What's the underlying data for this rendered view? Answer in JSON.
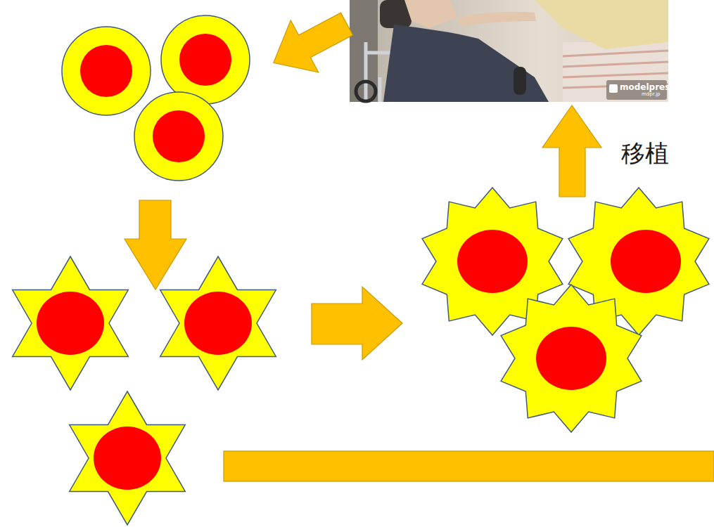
{
  "diagram": {
    "labels": [
      "移植",
      "modelpress",
      "mdpr.jp"
    ]
  }
}
